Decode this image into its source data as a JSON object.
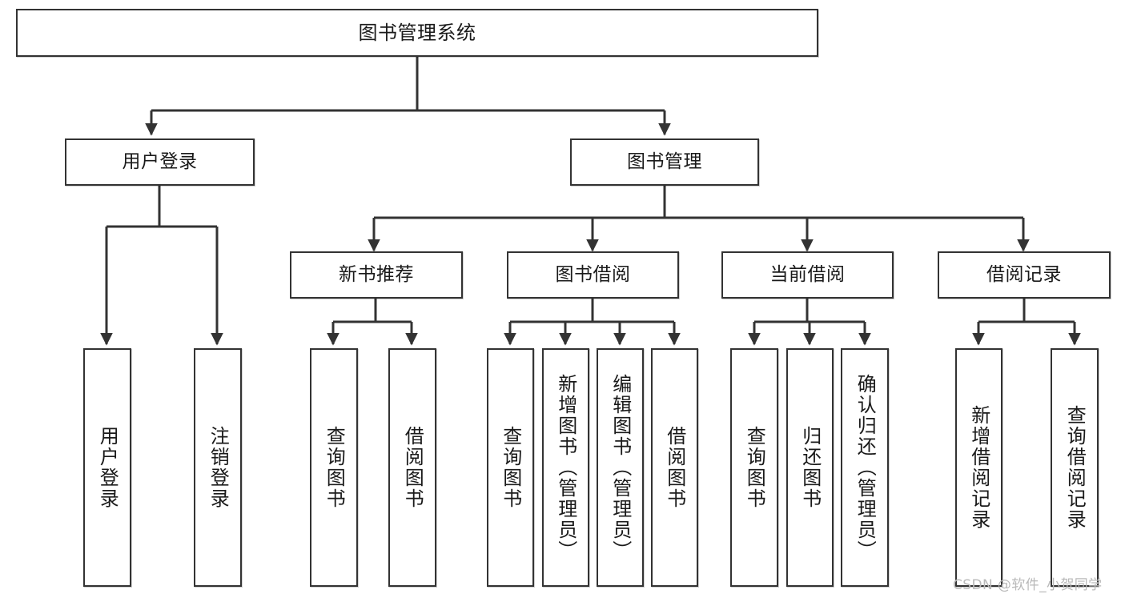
{
  "diagram": {
    "title": "图书管理系统",
    "type": "tree",
    "root": {
      "label": "图书管理系统"
    },
    "level1": [
      {
        "label": "用户登录"
      },
      {
        "label": "图书管理"
      }
    ],
    "level2": [
      {
        "label": "新书推荐"
      },
      {
        "label": "图书借阅"
      },
      {
        "label": "当前借阅"
      },
      {
        "label": "借阅记录"
      }
    ],
    "leaves": {
      "user_login": [
        {
          "label": "用户登录"
        },
        {
          "label": "注销登录"
        }
      ],
      "new_book_recommend": [
        {
          "label": "查询图书"
        },
        {
          "label": "借阅图书"
        }
      ],
      "book_borrow": [
        {
          "label": "查询图书"
        },
        {
          "label": "新增图书（管理员）"
        },
        {
          "label": "编辑图书（管理员）"
        },
        {
          "label": "借阅图书"
        }
      ],
      "current_borrow": [
        {
          "label": "查询图书"
        },
        {
          "label": "归还图书"
        },
        {
          "label": "确认归还（管理员）"
        }
      ],
      "borrow_records": [
        {
          "label": "新增借阅记录"
        },
        {
          "label": "查询借阅记录"
        }
      ]
    },
    "watermark": "CSDN @软件_小贺同学",
    "colors": {
      "stroke": "#333333",
      "background": "#ffffff",
      "text": "#1a1a1a",
      "watermark": "#b9b9b9"
    }
  }
}
